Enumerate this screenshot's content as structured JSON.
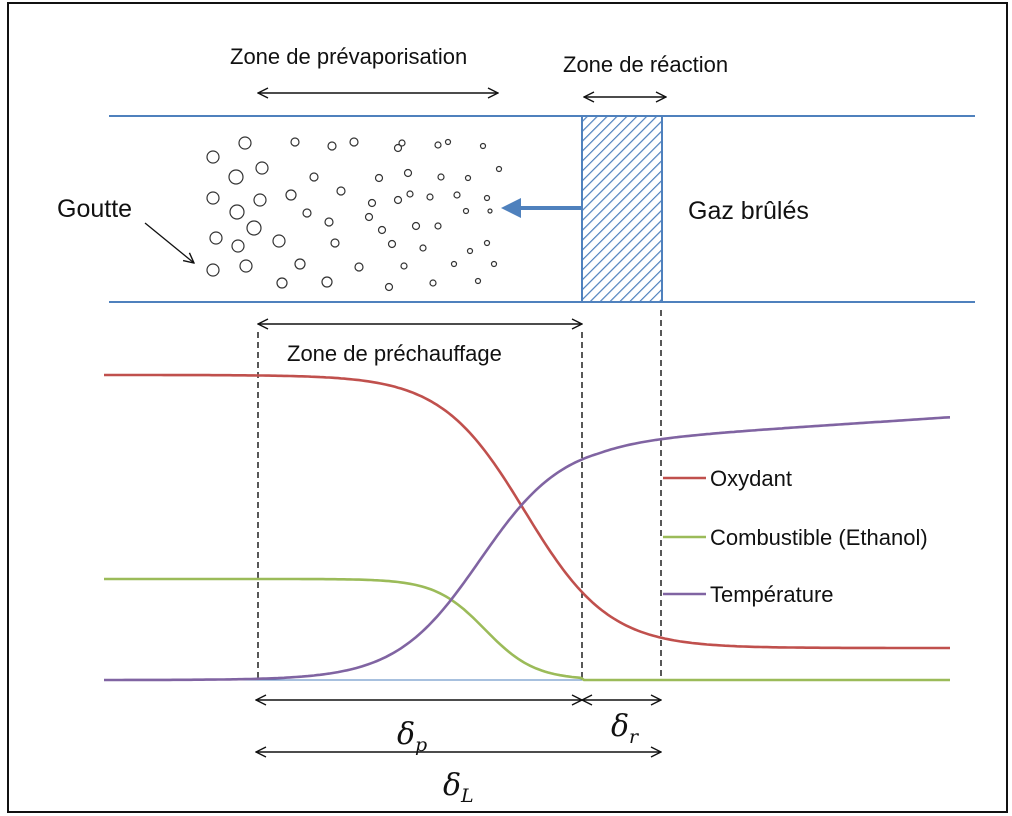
{
  "labels": {
    "zone_prevap": "Zone de prévaporisation",
    "zone_reaction": "Zone de réaction",
    "zone_prechauffage": "Zone de préchauffage",
    "goutte": "Goutte",
    "gaz_brules": "Gaz brûlés"
  },
  "legend": [
    {
      "name": "Oxydant",
      "color": "#c0504d"
    },
    {
      "name": "Combustible (Ethanol)",
      "color": "#9bbb59"
    },
    {
      "name": "Température",
      "color": "#8064a2"
    }
  ],
  "dimensions": {
    "delta_p": {
      "symbol": "δ",
      "subscript": "p"
    },
    "delta_r": {
      "symbol": "δ",
      "subscript": "r"
    },
    "delta_L": {
      "symbol": "δ",
      "subscript": "L"
    }
  },
  "colors": {
    "channel": "#4f81bd",
    "flow_arrow": "#4f81bd",
    "oxydant": "#c0504d",
    "combustible": "#9bbb59",
    "temperature": "#8064a2",
    "ink": "#111111"
  }
}
